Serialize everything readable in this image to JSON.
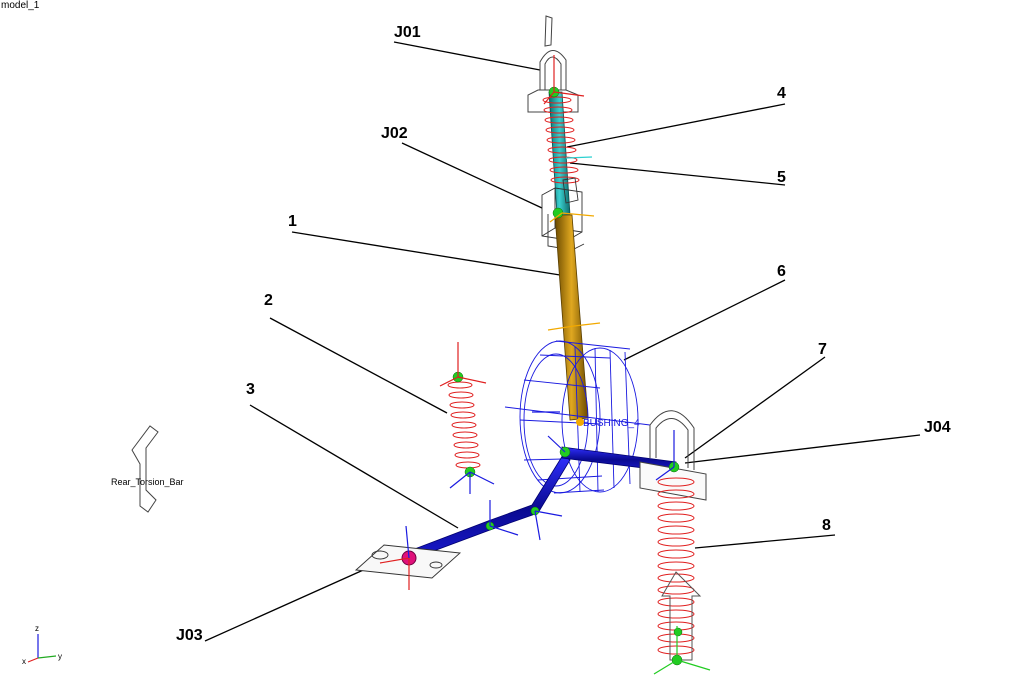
{
  "window": {
    "model_name": "model_1"
  },
  "callouts": {
    "j01": "J01",
    "j02": "J02",
    "j03": "J03",
    "j04": "J04",
    "c1": "1",
    "c2": "2",
    "c3": "3",
    "c4": "4",
    "c5": "5",
    "c6": "6",
    "c7": "7",
    "c8": "8"
  },
  "labels": {
    "torsion_bar": "Rear_Torsion_Bar",
    "bushing": "BUSHING_4"
  },
  "axes": {
    "x": "x",
    "y": "y",
    "z": "z"
  },
  "colors": {
    "strut_upper": "#1aa3a3",
    "strut_lower": "#b8860b",
    "arm": "#1a1ab8",
    "spring": "#e02020",
    "marker": "#22cc22",
    "wireframe": "#1a1ae0"
  }
}
